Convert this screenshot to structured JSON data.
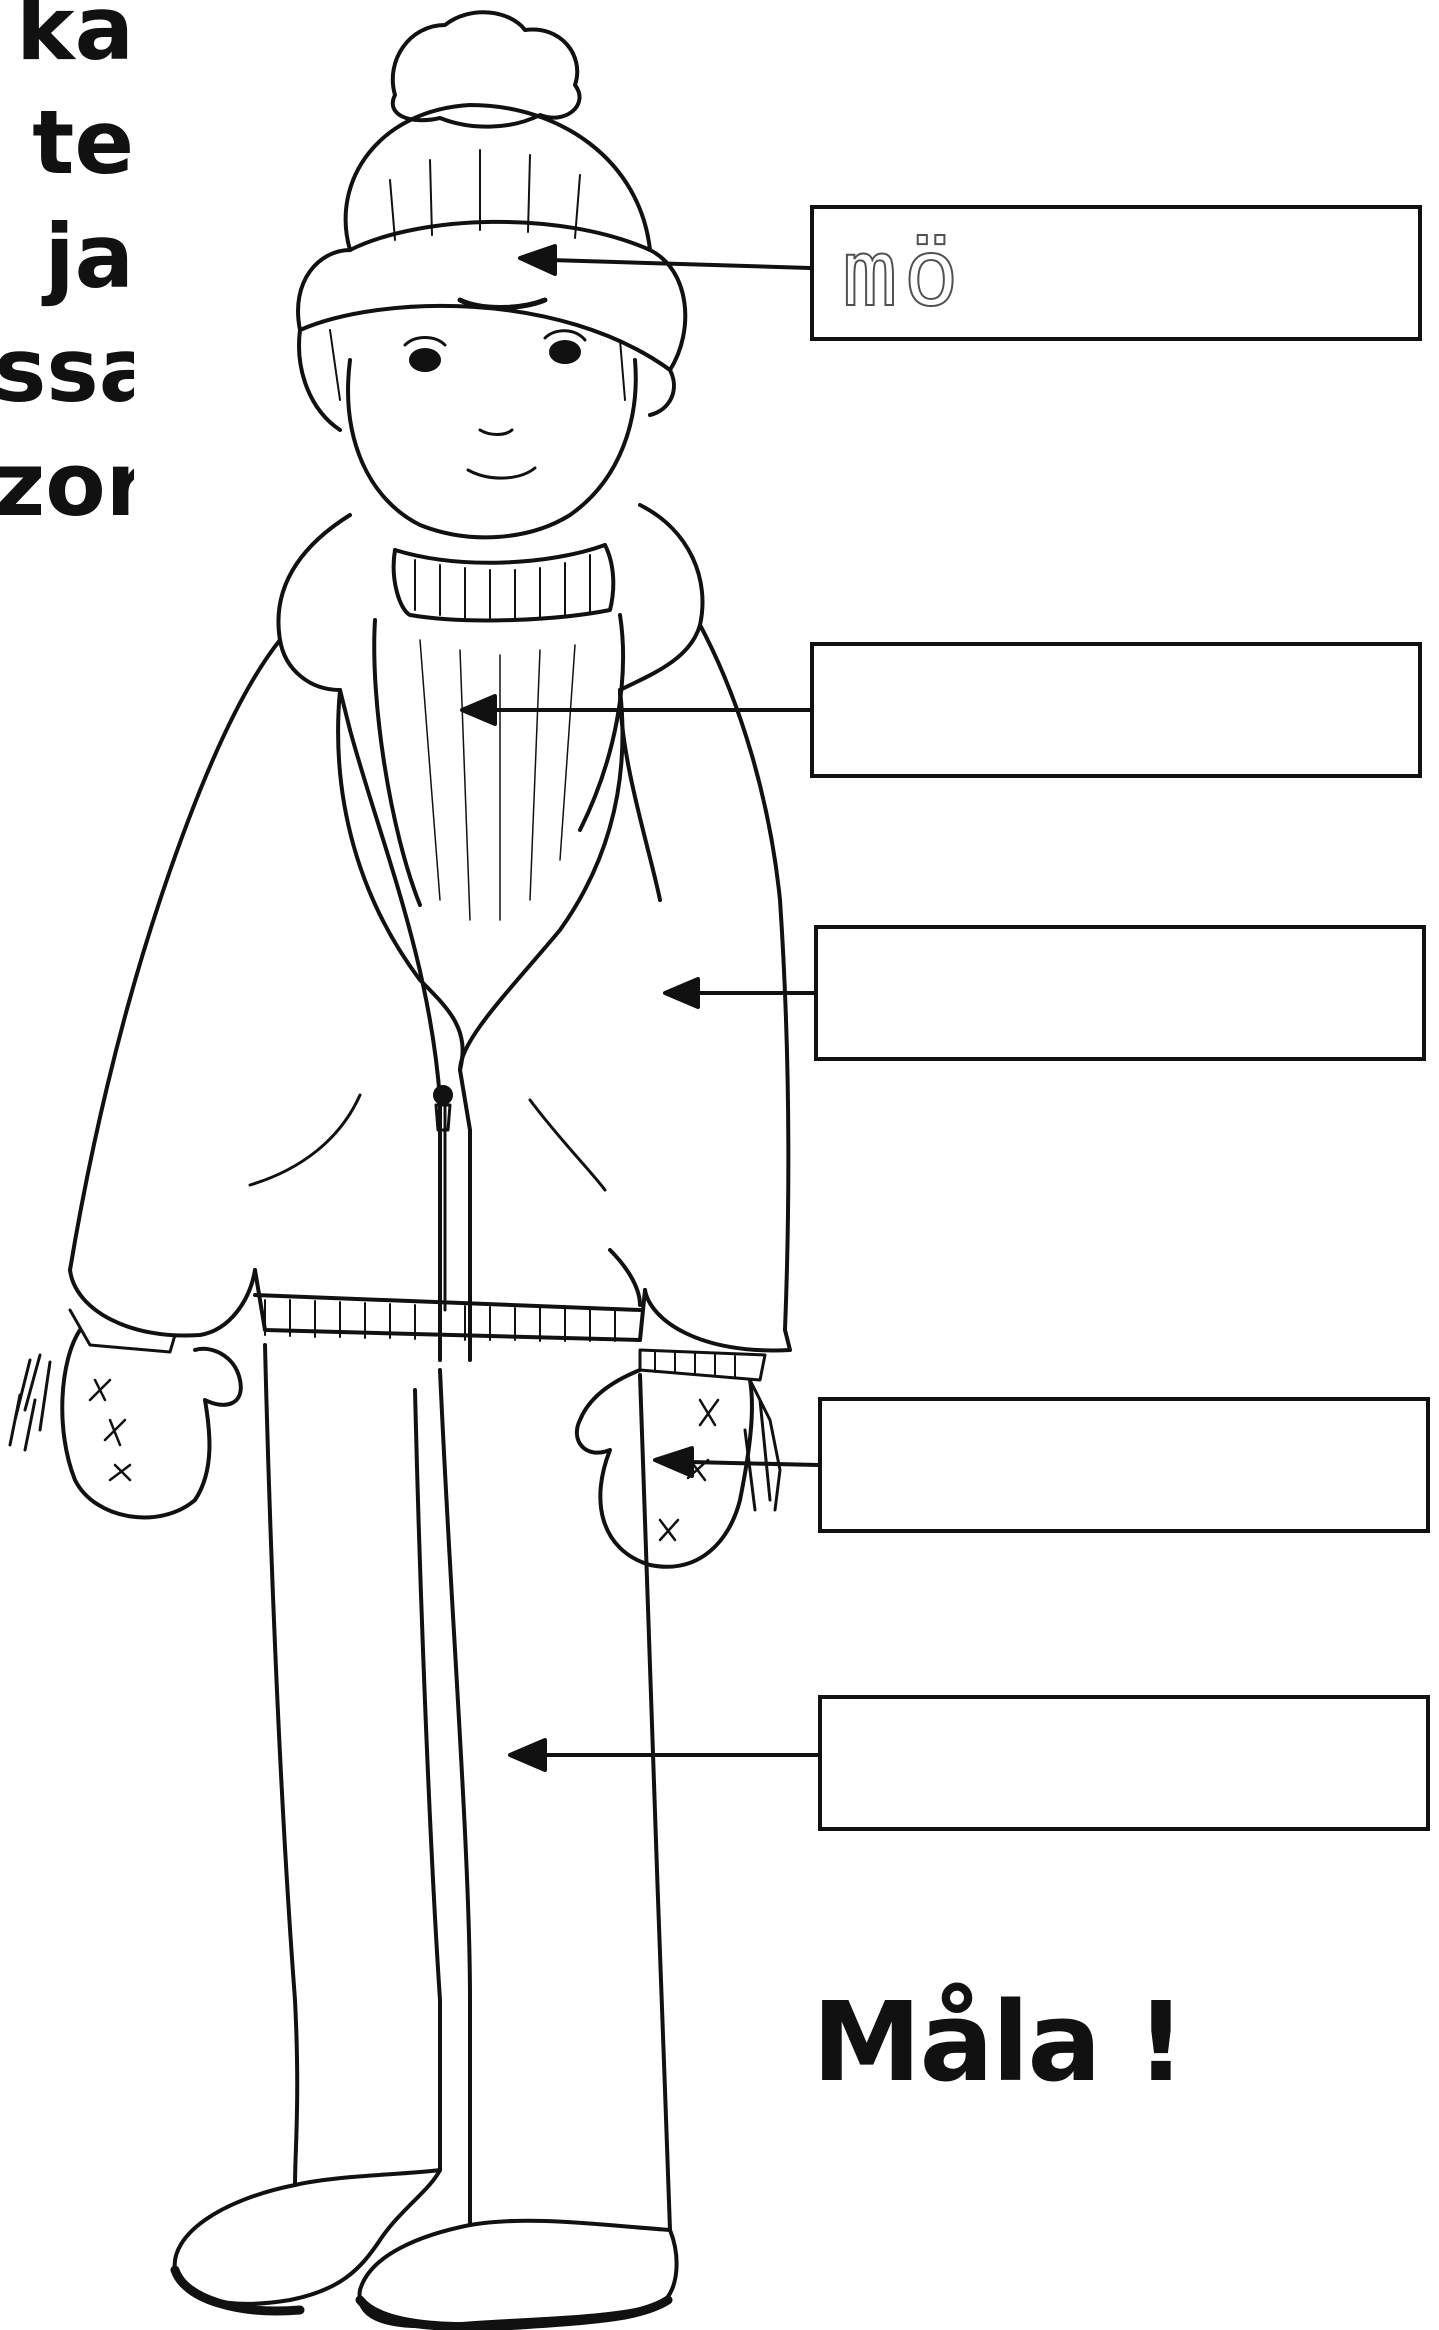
{
  "instructions": {
    "lines": [
      "ka",
      "te",
      "ja",
      "ssa",
      "zor"
    ]
  },
  "label_boxes": [
    {
      "part": "hat",
      "value": "mö"
    },
    {
      "part": "sweater",
      "value": ""
    },
    {
      "part": "jacket",
      "value": ""
    },
    {
      "part": "mittens",
      "value": ""
    },
    {
      "part": "trousers",
      "value": ""
    }
  ],
  "footer": {
    "text": "Måla !"
  },
  "colors": {
    "ink": "#111111",
    "paper": "#ffffff"
  }
}
